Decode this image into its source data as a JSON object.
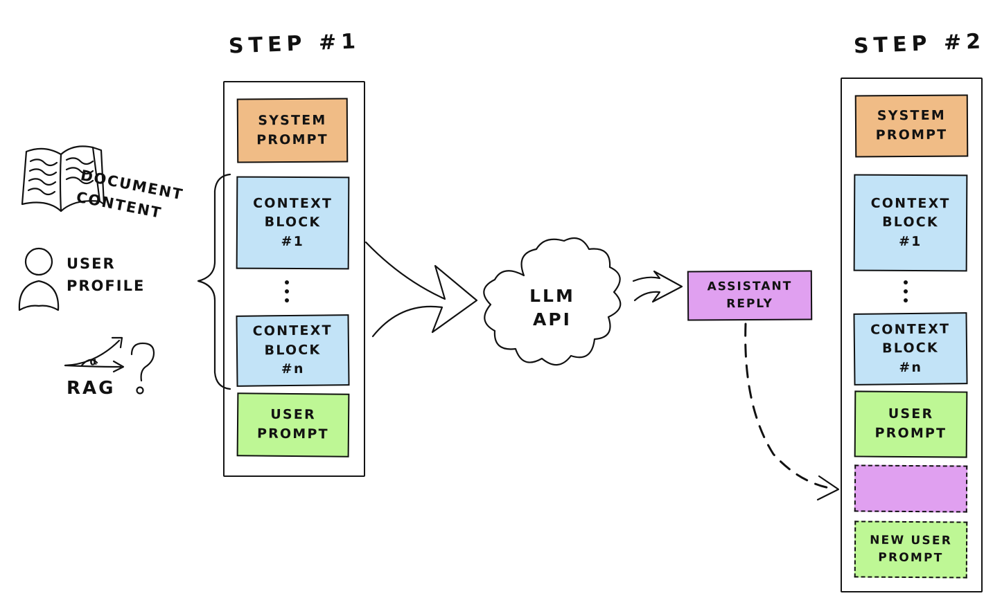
{
  "diagram": {
    "title": "LLM context window across two conversation steps",
    "colors": {
      "system": "#F0BC86",
      "context": "#C2E3F7",
      "user": "#BEF795",
      "assistant": "#E0A0F0",
      "ink": "#111111",
      "page": "#FFFFFF"
    }
  },
  "inputs": {
    "document_label": "DOCUMENT\nCONTENT",
    "user_label": "USER\nPROFILE",
    "rag_label": "RAG",
    "rag_angle_symbol": "α",
    "question_mark": "?"
  },
  "step1": {
    "title": "STEP #1",
    "blocks": [
      {
        "name": "system-prompt",
        "text": "SYSTEM\nPROMPT",
        "color": "#F0BC86",
        "style": "solid"
      },
      {
        "name": "context-block-1",
        "text": "CONTEXT\nBLOCK\n#1",
        "color": "#C2E3F7",
        "style": "solid"
      },
      {
        "name": "ellipsis",
        "text": "",
        "color": "",
        "style": "dots"
      },
      {
        "name": "context-block-n",
        "text": "CONTEXT\nBLOCK\n#n",
        "color": "#C2E3F7",
        "style": "solid"
      },
      {
        "name": "user-prompt",
        "text": "USER\nPROMPT",
        "color": "#BEF795",
        "style": "solid"
      }
    ]
  },
  "llm": {
    "label": "LLM\nAPI",
    "shape": "cloud"
  },
  "assistant": {
    "label": "ASSISTANT\nREPLY",
    "color": "#E0A0F0"
  },
  "step2": {
    "title": "STEP #2",
    "blocks": [
      {
        "name": "system-prompt",
        "text": "SYSTEM\nPROMPT",
        "color": "#F0BC86",
        "style": "solid"
      },
      {
        "name": "context-block-1",
        "text": "CONTEXT\nBLOCK\n#1",
        "color": "#C2E3F7",
        "style": "solid"
      },
      {
        "name": "ellipsis",
        "text": "",
        "color": "",
        "style": "dots"
      },
      {
        "name": "context-block-n",
        "text": "CONTEXT\nBLOCK\n#n",
        "color": "#C2E3F7",
        "style": "solid"
      },
      {
        "name": "user-prompt",
        "text": "USER\nPROMPT",
        "color": "#BEF795",
        "style": "solid"
      },
      {
        "name": "assistant-reply-inserted",
        "text": "",
        "color": "#E0A0F0",
        "style": "dashed"
      },
      {
        "name": "new-user-prompt",
        "text": "NEW USER\nPROMPT",
        "color": "#BEF795",
        "style": "dashed"
      }
    ]
  },
  "connectors": {
    "inputs_to_context_brace": "brace",
    "prompt_to_llm": "double-arrow",
    "llm_to_assistant": "arrow",
    "assistant_to_step2": "dashed-arrow"
  }
}
